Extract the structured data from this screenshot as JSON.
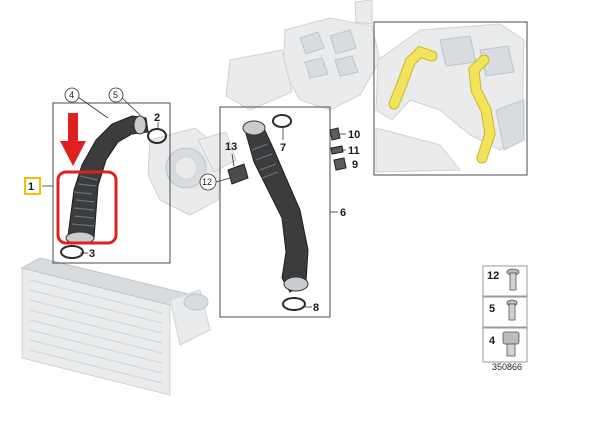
{
  "diagram": {
    "callouts": {
      "n1": "1",
      "n2": "2",
      "n3": "3",
      "n4": "4",
      "n5": "5",
      "n6": "6",
      "n7": "7",
      "n8": "8",
      "n9": "9",
      "n10": "10",
      "n11": "11",
      "n12": "12",
      "n13": "13"
    },
    "legend": {
      "items": [
        "12",
        "5",
        "4"
      ]
    },
    "reference_number": "350866",
    "colors": {
      "highlight_box": "#e02020",
      "arrow": "#e02020",
      "callout_1_box": "#f2c200",
      "highlighted_hose": "#f2e35a"
    }
  }
}
